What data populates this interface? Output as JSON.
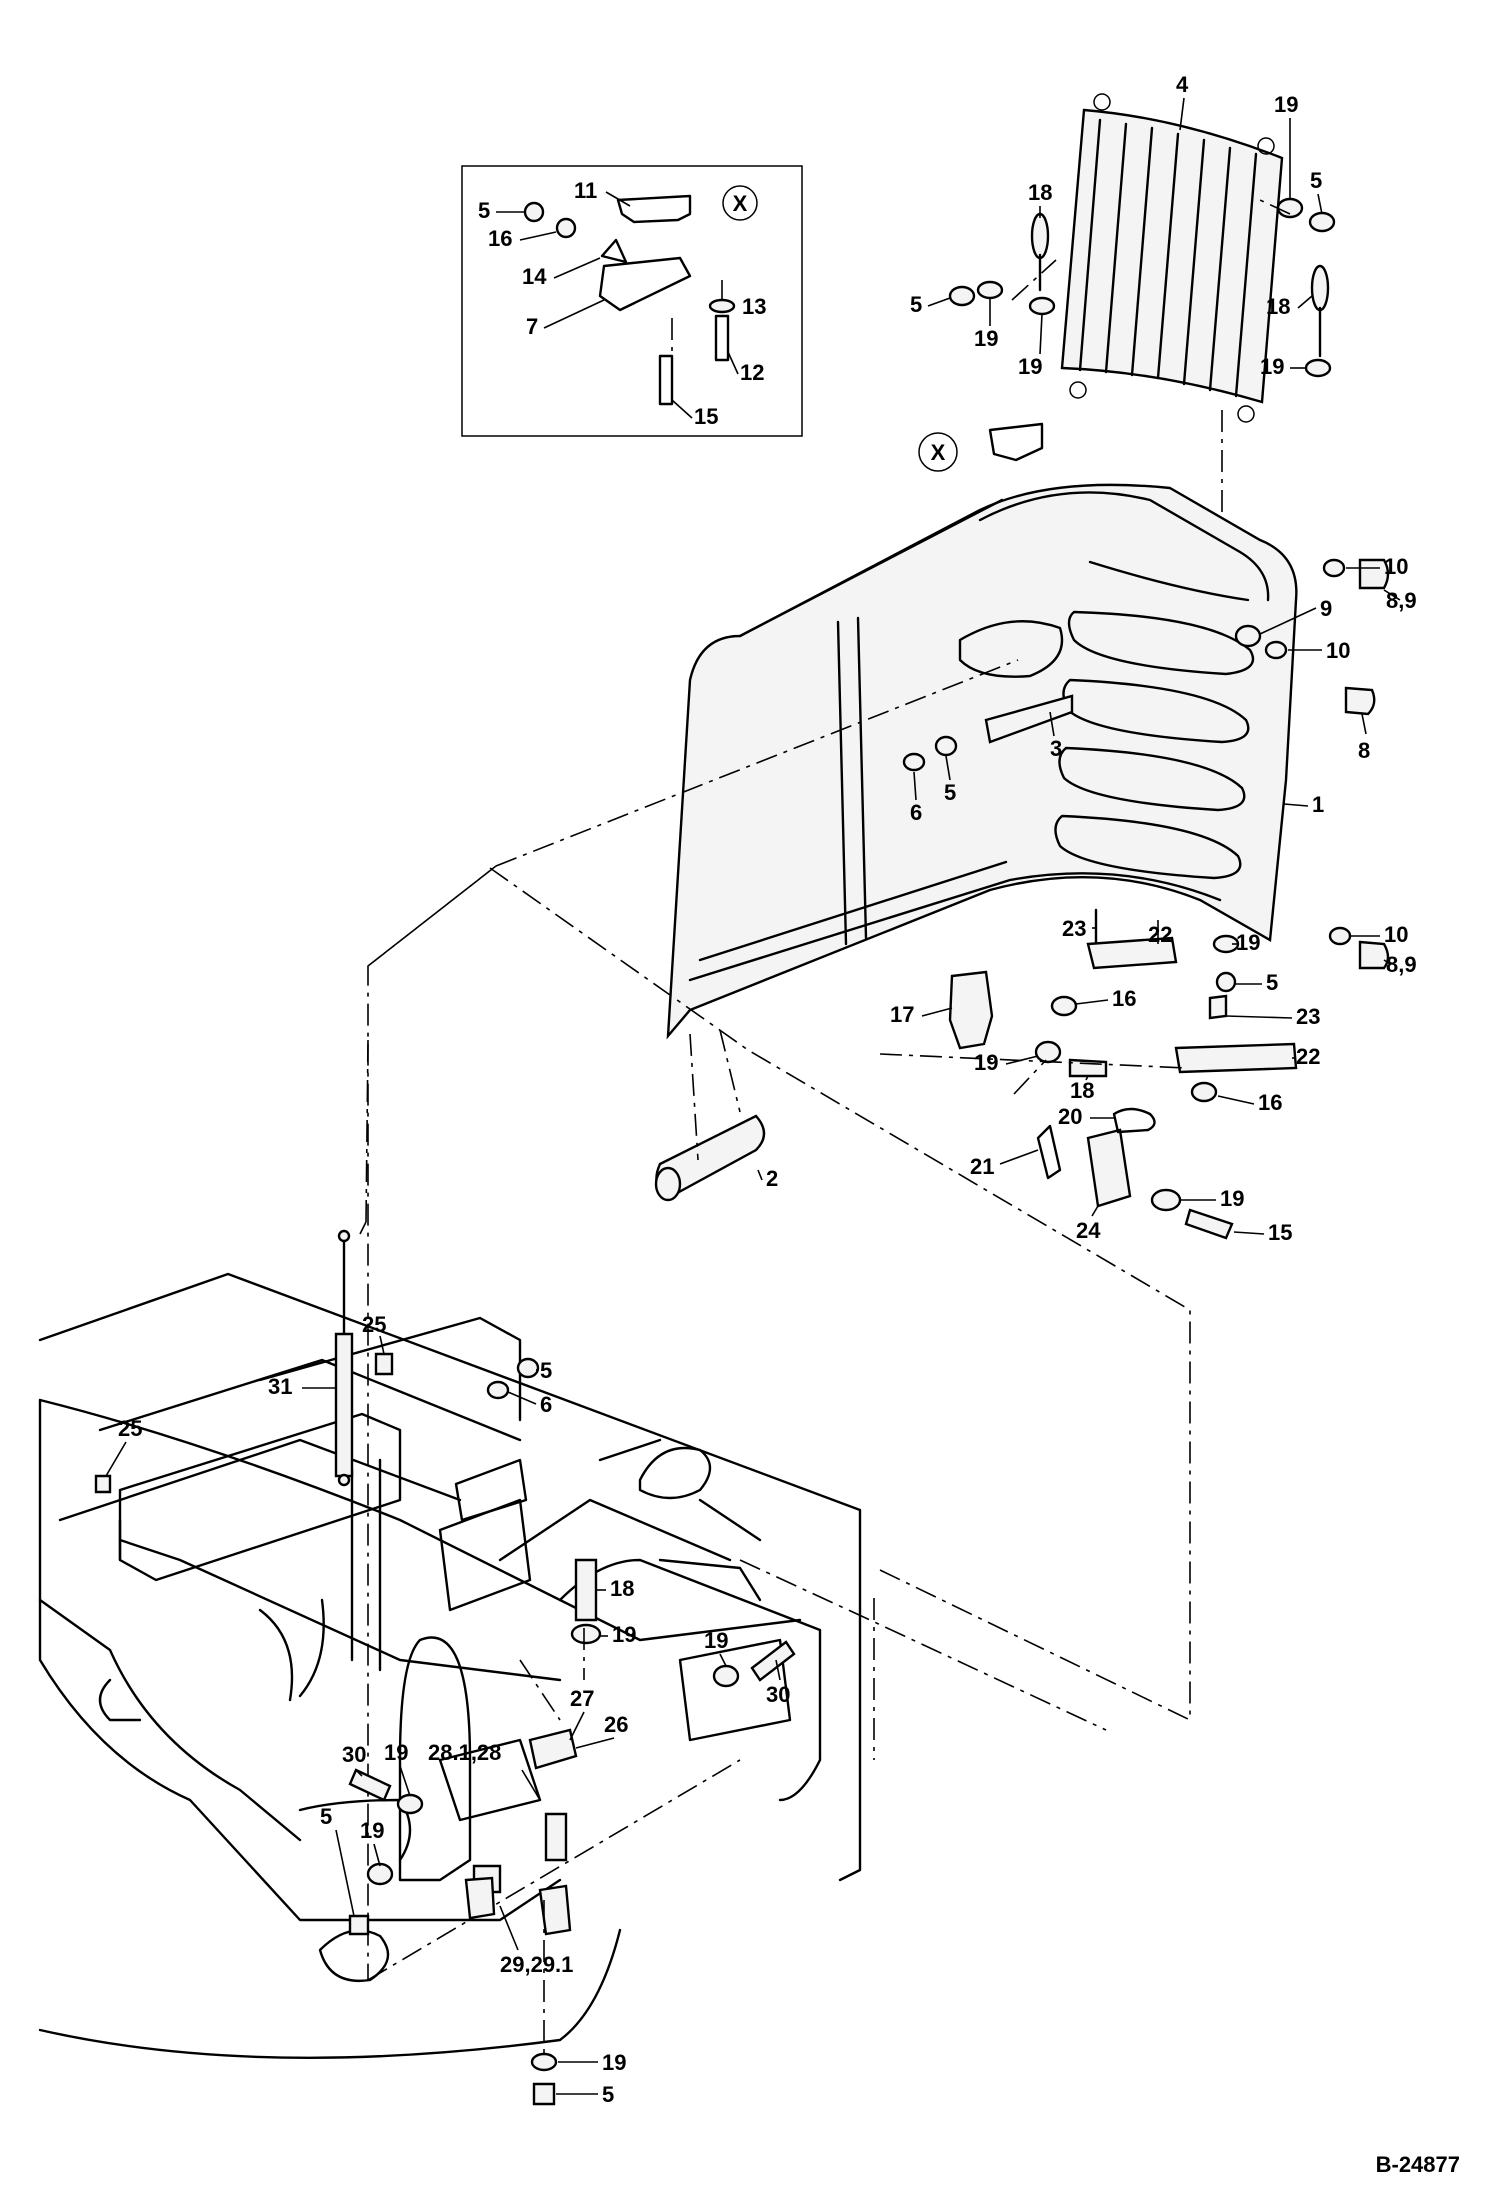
{
  "drawing_code": "B-24877",
  "detail_marker": "X",
  "callouts": [
    {
      "id": "c1",
      "text": "1"
    },
    {
      "id": "c2",
      "text": "2"
    },
    {
      "id": "c3",
      "text": "3"
    },
    {
      "id": "c4",
      "text": "4"
    },
    {
      "id": "c5a",
      "text": "5"
    },
    {
      "id": "c5b",
      "text": "5"
    },
    {
      "id": "c5c",
      "text": "5"
    },
    {
      "id": "c5d",
      "text": "5"
    },
    {
      "id": "c5e",
      "text": "5"
    },
    {
      "id": "c5f",
      "text": "5"
    },
    {
      "id": "c5g",
      "text": "5"
    },
    {
      "id": "c5h",
      "text": "5"
    },
    {
      "id": "c6a",
      "text": "6"
    },
    {
      "id": "c6b",
      "text": "6"
    },
    {
      "id": "c7",
      "text": "7"
    },
    {
      "id": "c8a",
      "text": "8"
    },
    {
      "id": "c89a",
      "text": "8,9"
    },
    {
      "id": "c89b",
      "text": "8,9"
    },
    {
      "id": "c9",
      "text": "9"
    },
    {
      "id": "c10a",
      "text": "10"
    },
    {
      "id": "c10b",
      "text": "10"
    },
    {
      "id": "c10c",
      "text": "10"
    },
    {
      "id": "c11",
      "text": "11"
    },
    {
      "id": "c12",
      "text": "12"
    },
    {
      "id": "c13",
      "text": "13"
    },
    {
      "id": "c14",
      "text": "14"
    },
    {
      "id": "c15a",
      "text": "15"
    },
    {
      "id": "c15b",
      "text": "15"
    },
    {
      "id": "c16a",
      "text": "16"
    },
    {
      "id": "c16b",
      "text": "16"
    },
    {
      "id": "c16c",
      "text": "16"
    },
    {
      "id": "c17",
      "text": "17"
    },
    {
      "id": "c18a",
      "text": "18"
    },
    {
      "id": "c18b",
      "text": "18"
    },
    {
      "id": "c18c",
      "text": "18"
    },
    {
      "id": "c18d",
      "text": "18"
    },
    {
      "id": "c19a",
      "text": "19"
    },
    {
      "id": "c19b",
      "text": "19"
    },
    {
      "id": "c19c",
      "text": "19"
    },
    {
      "id": "c19d",
      "text": "19"
    },
    {
      "id": "c19e",
      "text": "19"
    },
    {
      "id": "c19f",
      "text": "19"
    },
    {
      "id": "c19g",
      "text": "19"
    },
    {
      "id": "c19h",
      "text": "19"
    },
    {
      "id": "c19i",
      "text": "19"
    },
    {
      "id": "c19j",
      "text": "19"
    },
    {
      "id": "c19k",
      "text": "19"
    },
    {
      "id": "c19l",
      "text": "19"
    },
    {
      "id": "c20",
      "text": "20"
    },
    {
      "id": "c21",
      "text": "21"
    },
    {
      "id": "c22a",
      "text": "22"
    },
    {
      "id": "c22b",
      "text": "22"
    },
    {
      "id": "c23a",
      "text": "23"
    },
    {
      "id": "c23b",
      "text": "23"
    },
    {
      "id": "c24",
      "text": "24"
    },
    {
      "id": "c25a",
      "text": "25"
    },
    {
      "id": "c25b",
      "text": "25"
    },
    {
      "id": "c26",
      "text": "26"
    },
    {
      "id": "c27",
      "text": "27"
    },
    {
      "id": "c2811",
      "text": "28.1,28"
    },
    {
      "id": "c2929",
      "text": "29,29.1"
    },
    {
      "id": "c30a",
      "text": "30"
    },
    {
      "id": "c30b",
      "text": "30"
    },
    {
      "id": "c31",
      "text": "31"
    }
  ]
}
